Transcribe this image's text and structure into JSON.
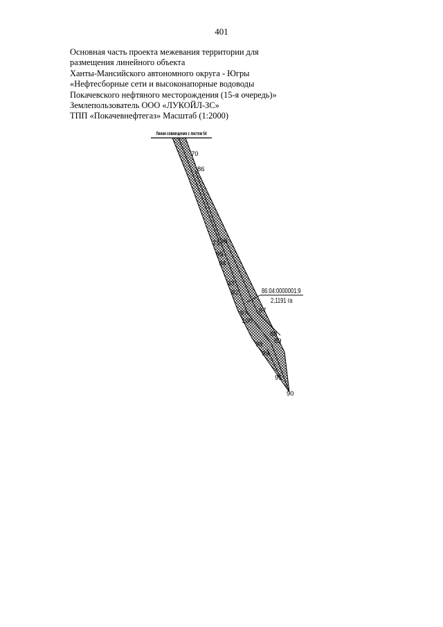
{
  "page_number": "401",
  "header_lines": [
    "Основная часть проекта межевания территории для",
    "размещения линейного объекта",
    "Ханты-Мансийского автономного округа - Югры",
    "«Нефтесборные сети и высоконапорные водоводы",
    "Покачевского нефтяного месторождения (15-я очередь)»",
    "Землепользователь ООО «ЛУКОЙЛ-ЗС»",
    "ТПП «Покачевнефтегаз» Масштаб (1:2000)"
  ],
  "map": {
    "match_line_label": "Линия совмещения с листом 54",
    "cadastral_number": "86:04:0000001:9",
    "area_label": "2,1191 га",
    "point_labels": [
      "70",
      "86",
      "71",
      "96",
      "95",
      "94",
      "93",
      "92",
      "87",
      "97",
      "100",
      "88",
      "89",
      "98",
      "99",
      "91",
      "90"
    ]
  }
}
